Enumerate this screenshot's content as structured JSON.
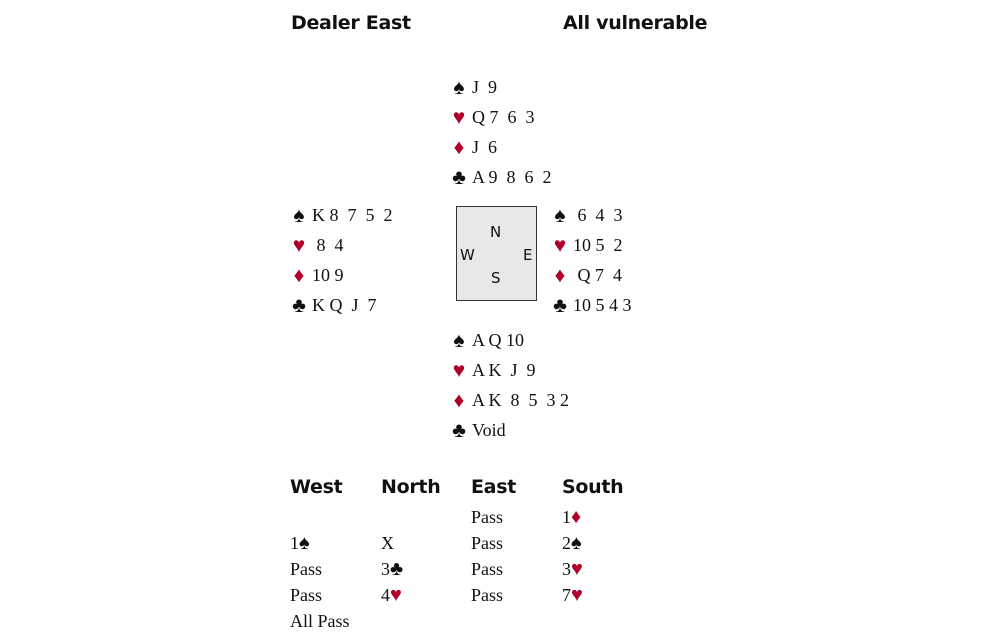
{
  "header": {
    "dealer": "Dealer East",
    "vulnerability": "All vulnerable"
  },
  "colors": {
    "red_suit": "#b0002a",
    "black_suit": "#111111",
    "compass_bg": "#e8e8e8"
  },
  "suits": {
    "spade": {
      "icon": "spade-icon",
      "glyph": "♠",
      "color": "black"
    },
    "heart": {
      "icon": "heart-icon",
      "glyph": "♥",
      "color": "red"
    },
    "diamond": {
      "icon": "diamond-icon",
      "glyph": "♦",
      "color": "red"
    },
    "club": {
      "icon": "club-icon",
      "glyph": "♣",
      "color": "black"
    }
  },
  "hands": {
    "north": {
      "spade": "J  9",
      "heart": "Q 7  6  3",
      "diamond": "J  6",
      "club": "A 9  8  6  2"
    },
    "west": {
      "spade": "K 8  7  5  2",
      "heart": " 8  4",
      "diamond": "10 9",
      "club": "K Q  J  7"
    },
    "east": {
      "spade": " 6  4  3",
      "heart": "10 5  2",
      "diamond": " Q 7  4",
      "club": "10 5 4 3"
    },
    "south": {
      "spade": "A Q 10",
      "heart": "A K  J  9",
      "diamond": "A K  8  5  3 2",
      "club": "Void"
    }
  },
  "compass": {
    "n": "N",
    "w": "W",
    "e": "E",
    "s": "S"
  },
  "auction": {
    "headers": [
      "West",
      "North",
      "East",
      "South"
    ],
    "columns": [
      [
        {
          "text": ""
        },
        {
          "text": "1",
          "suit": "spade"
        },
        {
          "text": "Pass"
        },
        {
          "text": "Pass"
        },
        {
          "text": "All Pass"
        }
      ],
      [
        {
          "text": ""
        },
        {
          "text": "X"
        },
        {
          "text": "3",
          "suit": "club"
        },
        {
          "text": "4",
          "suit": "heart"
        }
      ],
      [
        {
          "text": "Pass"
        },
        {
          "text": "Pass"
        },
        {
          "text": "Pass"
        },
        {
          "text": "Pass"
        }
      ],
      [
        {
          "text": "1",
          "suit": "diamond"
        },
        {
          "text": "2",
          "suit": "spade"
        },
        {
          "text": "3",
          "suit": "heart"
        },
        {
          "text": "7",
          "suit": "heart"
        }
      ]
    ]
  }
}
